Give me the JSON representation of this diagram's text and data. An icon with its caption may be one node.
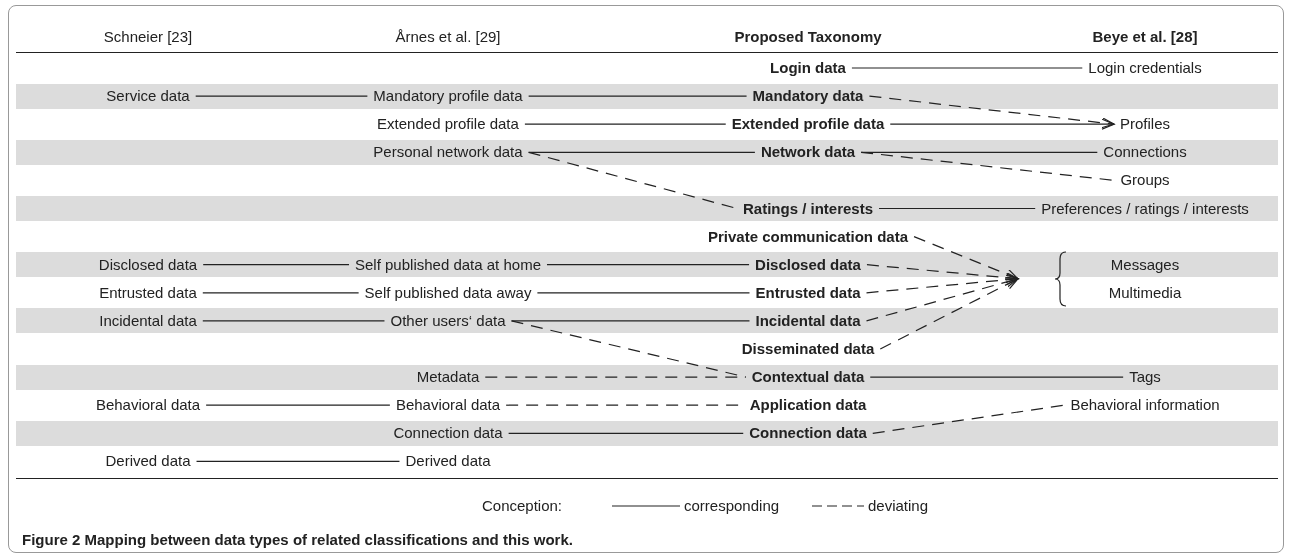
{
  "diagram": {
    "caption": "Figure 2 Mapping between data types of related classifications and this work.",
    "nodes": [
      {
        "text": [
          "Login data"
        ]
      },
      {
        "text": [
          "Login credentials"
        ]
      },
      {
        "text": [
          "Service data"
        ]
      },
      {
        "text": [
          "Mandatory profile data"
        ]
      },
      {
        "text": [
          "Mandatory data"
        ]
      },
      {
        "text": [
          "Extended profile data"
        ]
      },
      {
        "text": [
          "Extended profile data"
        ]
      },
      {
        "text": [
          "Profiles"
        ]
      },
      {
        "text": [
          "Personal network data"
        ]
      },
      {
        "text": [
          "Network data"
        ]
      },
      {
        "text": [
          "Connections"
        ]
      },
      {
        "text": [
          "Groups"
        ]
      },
      {
        "text": [
          "Ratings / interests"
        ]
      },
      {
        "text": [
          "Preferences / ratings / interests"
        ]
      },
      {
        "text": [
          "Private communication data"
        ]
      },
      {
        "text": [
          "Disclosed data"
        ]
      },
      {
        "text": [
          "Self published data at home"
        ]
      },
      {
        "text": [
          "Disclosed data"
        ]
      },
      {
        "text": [],
        "shape": "brace"
      },
      {
        "text": [
          "Messages"
        ]
      },
      {
        "text": [
          "Entrusted data"
        ]
      },
      {
        "text": [
          "Self published data away"
        ]
      },
      {
        "text": [
          "Entrusted data"
        ]
      },
      {
        "text": [
          "Multimedia"
        ]
      },
      {
        "text": [
          "Incidental data"
        ]
      },
      {
        "text": [
          "Other users‘ data"
        ]
      },
      {
        "text": [
          "Incidental data"
        ]
      },
      {
        "text": [
          "Disseminated data"
        ]
      },
      {
        "text": [
          "Metadata"
        ]
      },
      {
        "text": [
          "Contextual data"
        ]
      },
      {
        "text": [
          "Tags"
        ]
      },
      {
        "text": [
          "Behavioral data"
        ]
      },
      {
        "text": [
          "Behavioral data"
        ]
      },
      {
        "text": [
          "Application data"
        ]
      },
      {
        "text": [
          "Behavioral information"
        ]
      },
      {
        "text": [
          "Connection data"
        ]
      },
      {
        "text": [
          "Connection data"
        ]
      },
      {
        "text": [
          "Derived data"
        ]
      },
      {
        "text": [
          "Derived data"
        ]
      }
    ],
    "edges": [
      {
        "from": 0,
        "to": 1,
        "arrow": "none"
      },
      {
        "from": 2,
        "to": 3,
        "arrow": "none"
      },
      {
        "from": 3,
        "to": 4,
        "arrow": "none"
      },
      {
        "from": 4,
        "to": 7,
        "arrow": "to",
        "style": "dashed"
      },
      {
        "from": 5,
        "to": 6,
        "arrow": "none"
      },
      {
        "from": 6,
        "to": 7,
        "arrow": "to"
      },
      {
        "from": 8,
        "to": 9,
        "arrow": "none"
      },
      {
        "from": 8,
        "to": 12,
        "arrow": "none",
        "style": "dashed"
      },
      {
        "from": 9,
        "to": 10,
        "arrow": "none"
      },
      {
        "from": 9,
        "to": 11,
        "arrow": "none",
        "style": "dashed"
      },
      {
        "from": 12,
        "to": 13,
        "arrow": "none"
      },
      {
        "from": 14,
        "to": 18,
        "arrow": "to",
        "style": "dashed"
      },
      {
        "from": 15,
        "to": 16,
        "arrow": "none"
      },
      {
        "from": 16,
        "to": 17,
        "arrow": "none"
      },
      {
        "from": 17,
        "to": 18,
        "arrow": "to",
        "style": "dashed"
      },
      {
        "from": 20,
        "to": 21,
        "arrow": "none"
      },
      {
        "from": 21,
        "to": 22,
        "arrow": "none"
      },
      {
        "from": 22,
        "to": 18,
        "arrow": "to",
        "style": "dashed"
      },
      {
        "from": 24,
        "to": 25,
        "arrow": "none"
      },
      {
        "from": 25,
        "to": 26,
        "arrow": "none"
      },
      {
        "from": 25,
        "to": 29,
        "arrow": "none",
        "style": "dashed"
      },
      {
        "from": 26,
        "to": 18,
        "arrow": "to",
        "style": "dashed"
      },
      {
        "from": 27,
        "to": 18,
        "arrow": "to",
        "style": "dashed"
      },
      {
        "from": 28,
        "to": 29,
        "arrow": "none",
        "style": "dashed"
      },
      {
        "from": 29,
        "to": 30,
        "arrow": "none"
      },
      {
        "from": 31,
        "to": 32,
        "arrow": "none"
      },
      {
        "from": 32,
        "to": 33,
        "arrow": "none",
        "style": "dashed"
      },
      {
        "from": 36,
        "to": 34,
        "arrow": "none",
        "style": "dashed"
      },
      {
        "from": 35,
        "to": 36,
        "arrow": "none"
      },
      {
        "from": 37,
        "to": 38,
        "arrow": "none"
      }
    ],
    "labels": [
      "Schneier [23]",
      "Årnes et al. [29]",
      "Proposed Taxonomy",
      "Beye et al. [28]",
      "Conception:"
    ],
    "legend": [
      {
        "text": "corresponding"
      },
      {
        "text": "deviating"
      }
    ]
  }
}
